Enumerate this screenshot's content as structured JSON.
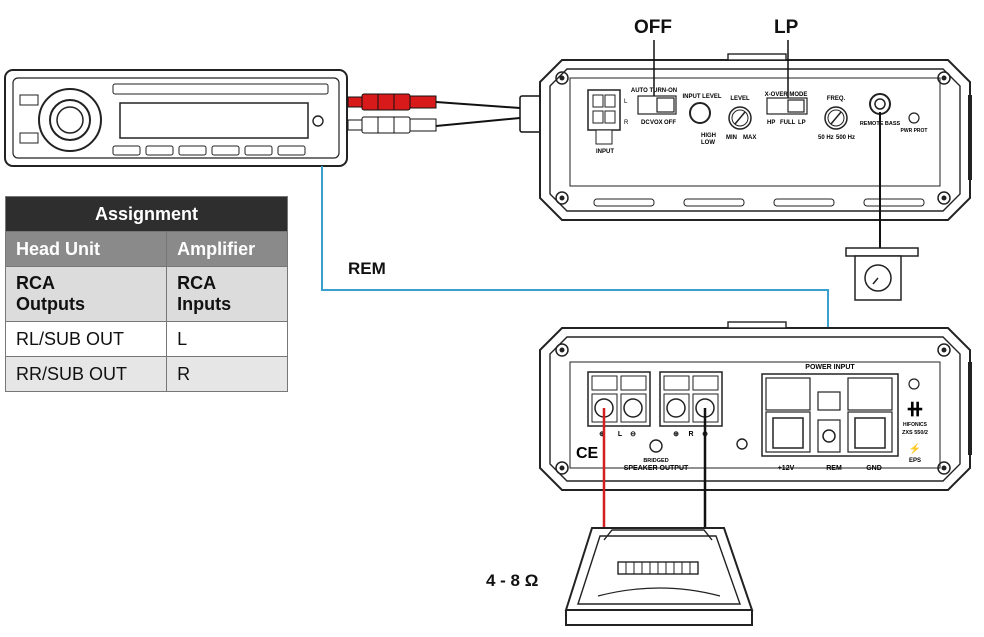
{
  "labels": {
    "off": "OFF",
    "lp": "LP",
    "rem": "REM",
    "impedance": "4 - 8 Ω"
  },
  "assignment": {
    "title": "Assignment",
    "headers": [
      "Head Unit",
      "Amplifier"
    ],
    "sub": [
      "RCA\nOutputs",
      "RCA\nInputs"
    ],
    "rows": [
      [
        "RL/SUB OUT",
        "L"
      ],
      [
        "RR/SUB OUT",
        "R"
      ]
    ]
  },
  "amp_top": {
    "input": "INPUT",
    "auto_turn_on": "AUTO TURN-ON",
    "auto_options": [
      "DC",
      "VOX",
      "OFF"
    ],
    "input_level": "INPUT LEVEL",
    "high": "HIGH",
    "low": "LOW",
    "level": "LEVEL",
    "min": "MIN",
    "max": "MAX",
    "xover_mode": "X-OVER MODE",
    "xover_options": [
      "HP",
      "FULL",
      "LP"
    ],
    "freq": "FREQ.",
    "freq_min": "50 Hz",
    "freq_max": "500 Hz",
    "remote_bass": "REMOTE BASS",
    "pwr_prot": "PWR PROT",
    "lr_l": "L",
    "lr_r": "R"
  },
  "amp_bottom": {
    "power_input": "POWER INPUT",
    "speaker_output": "SPEAKER OUTPUT",
    "bridged": "BRIDGED",
    "plus12v": "+12V",
    "rem": "REM",
    "gnd": "GND",
    "brand": "HIFONICS",
    "model": "ZXS 550/2",
    "eps": "EPS",
    "ce": "CE",
    "ch_l": "L",
    "ch_r": "R"
  },
  "colors": {
    "rem_wire": "#3aa0d0",
    "speaker_plus": "#d21f1f",
    "rca_red": "#d91a1a",
    "device_outline": "#222222"
  }
}
